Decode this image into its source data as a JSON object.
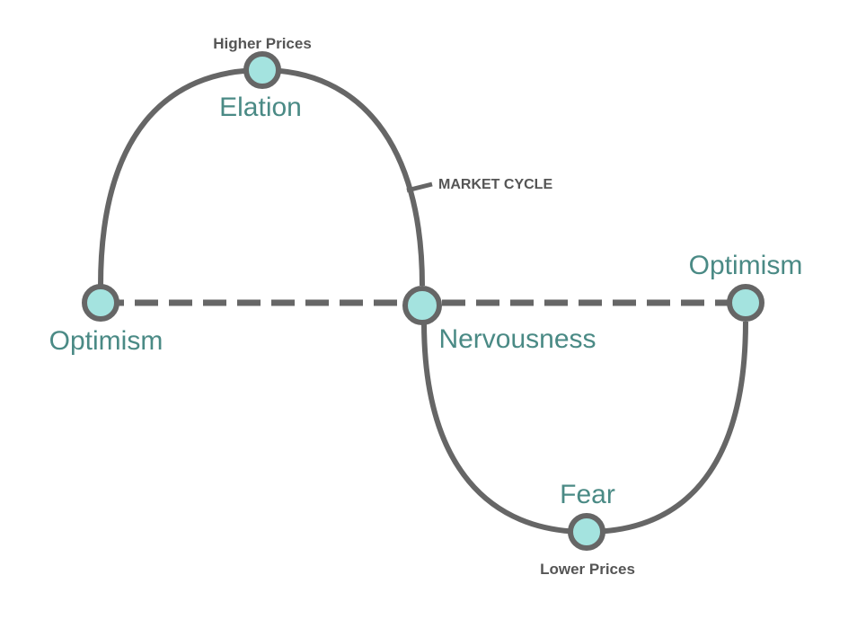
{
  "colors": {
    "curve": "#666666",
    "node_fill": "#a4e3df",
    "stage_text": "#4a8a85",
    "annotation_text": "#555555",
    "background": "#ffffff"
  },
  "diagram": {
    "cycle_label": "MARKET CYCLE",
    "higher_prices": "Higher Prices",
    "lower_prices": "Lower Prices",
    "stages": {
      "optimism_start": "Optimism",
      "elation": "Elation",
      "nervousness": "Nervousness",
      "fear": "Fear",
      "optimism_end": "Optimism"
    }
  }
}
